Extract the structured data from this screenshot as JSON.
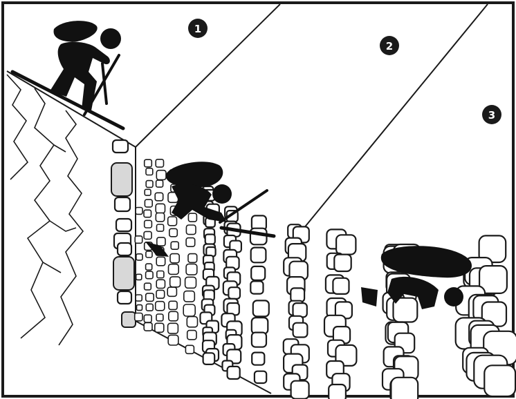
{
  "steps": [
    {
      "label": "1"
    },
    {
      "label": "2"
    },
    {
      "label": "3"
    }
  ],
  "icons": {
    "skier": "skier-icon",
    "fracture": "fracture-icon",
    "debris": "debris-icon"
  },
  "colors": {
    "ink": "#1a1a1a",
    "background": "#ffffff",
    "fracture_fill": "#d8d8d8"
  }
}
